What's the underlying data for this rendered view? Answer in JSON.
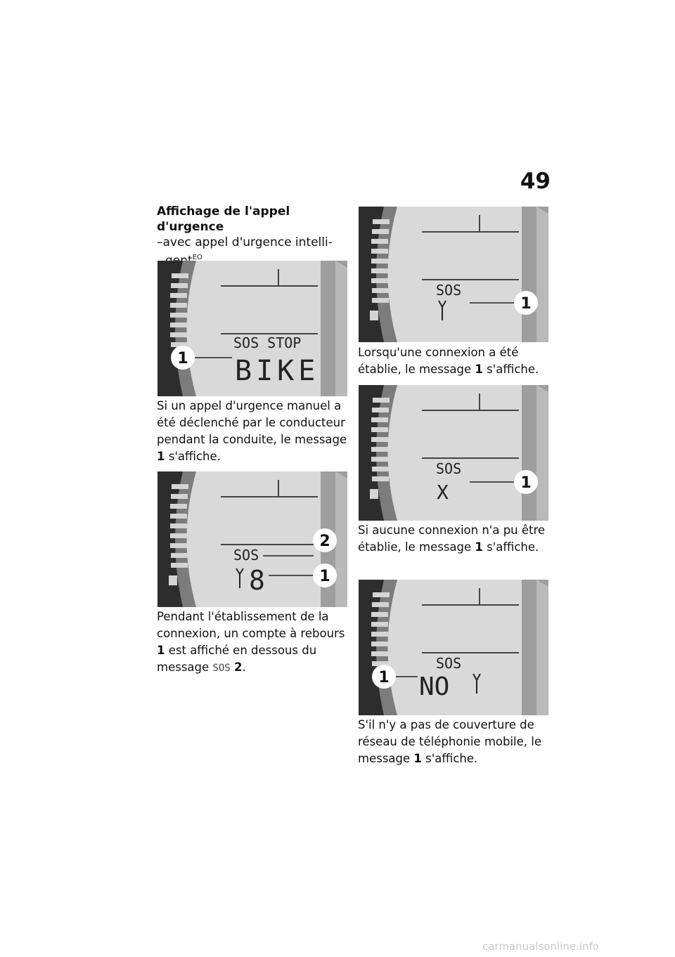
{
  "page": {
    "number": "49",
    "heading": {
      "title": "Affichage de l'appel d'urgence",
      "subtitle_line1": "–avec appel d'urgence intelli-",
      "subtitle_line2": "gent",
      "superscript": "EO"
    },
    "paragraphs": {
      "p1": {
        "text": "Si un appel d'urgence manuel a été déclenché par le conducteur pendant la conduite, le message ",
        "ref": "1",
        "after": " s'affiche."
      },
      "p2": {
        "text": "Pendant l'établissement de la connexion, un compte à rebours ",
        "ref": "1",
        "middle": " est affiché en dessous du message ",
        "code": "SOS",
        "ref2": "2",
        "after": "."
      },
      "p3": {
        "text": "Lorsqu'une connexion a été établie, le message ",
        "ref": "1",
        "after": " s'affiche."
      },
      "p4": {
        "text": "Si aucune connexion n'a pu être établie, le message ",
        "ref": "1",
        "after": " s'affiche."
      },
      "p5": {
        "text": "S'il n'y a pas de couverture de réseau de téléphonie mobile, le message ",
        "ref": "1",
        "after": " s'affiche."
      }
    },
    "figures": {
      "fig1": {
        "line1": "SOS STOP",
        "line2": "BIKE",
        "callout": "1"
      },
      "fig2": {
        "line1": "SOS",
        "line2": "8",
        "callout_top": "2",
        "callout_bottom": "1"
      },
      "fig3": {
        "line1": "SOS",
        "callout": "1"
      },
      "fig4": {
        "line1": "SOS",
        "line2": "X",
        "callout": "1"
      },
      "fig5": {
        "line1": "SOS",
        "line2": "NO",
        "callout": "1"
      }
    },
    "footer": "carmanualsonline.info"
  }
}
